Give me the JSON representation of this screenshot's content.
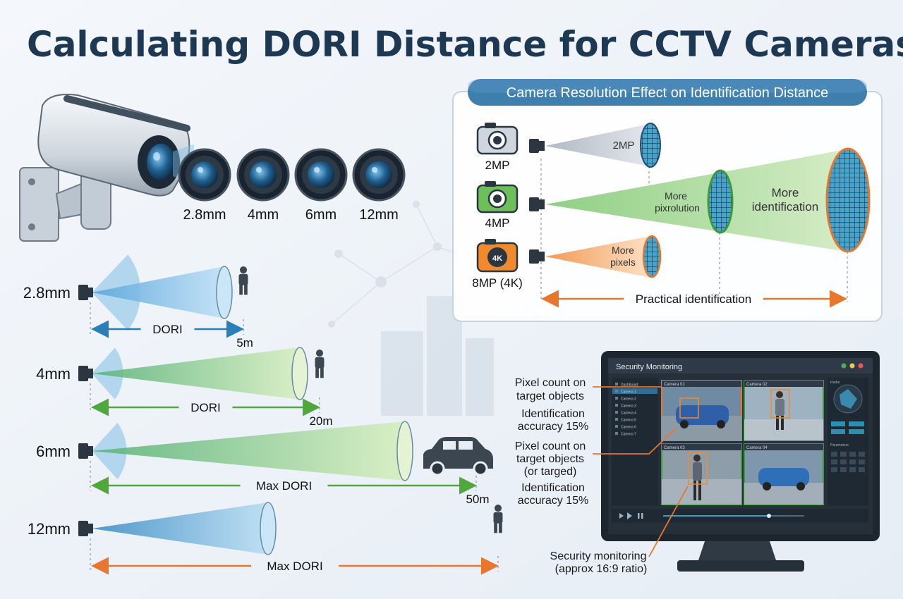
{
  "title": "Calculating DORI Distance  for CCTV Cameras",
  "lenses": [
    {
      "label": "2.8mm"
    },
    {
      "label": "4mm"
    },
    {
      "label": "6mm"
    },
    {
      "label": "12mm"
    }
  ],
  "dori_rows": [
    {
      "lens": "2.8mm",
      "arrow_label": "DORI",
      "distance": "5m",
      "target": "person",
      "arrow_color": "#2a7fb8"
    },
    {
      "lens": "4mm",
      "arrow_label": "DORI",
      "distance": "20m",
      "target": "person",
      "arrow_color": "#4fa83b"
    },
    {
      "lens": "6mm",
      "arrow_label": "Max DORI",
      "distance": "50m",
      "target": "car",
      "arrow_color": "#4fa83b"
    },
    {
      "lens": "12mm",
      "arrow_label": "Max DORI",
      "distance": "",
      "target": "person",
      "arrow_color": "#e8762c"
    }
  ],
  "resolution_panel": {
    "title": "Camera Resolution Effect on Identification Distance",
    "cameras": [
      {
        "label": "2MP",
        "color": "#cfd6de"
      },
      {
        "label": "4MP",
        "color": "#6cbf5a"
      },
      {
        "label": "8MP (4K)",
        "badge": "4K",
        "color": "#f08a2c"
      }
    ],
    "cone_2mp_label": "2MP",
    "cone_4mp_mid_label": [
      "More",
      "pixrolution"
    ],
    "cone_4mp_far_label": [
      "More",
      "identification"
    ],
    "cone_8mp_label": [
      "More",
      "pixels"
    ],
    "bottom_label": "Practical identification",
    "accent_color": "#e8762c"
  },
  "monitor": {
    "app_title": "Security Monitoring",
    "sidebar_items": [
      "Dashboard",
      "Camera 1",
      "Camera 2",
      "Camera 3",
      "Camera 4",
      "Camera 5",
      "Camera 6",
      "Camera 7"
    ],
    "feed_labels": [
      "Camera 01",
      "Camera 02",
      "Camera 03",
      "Camera 04"
    ],
    "panel_title": "Radar",
    "panel_title_2": "Parameters"
  },
  "annotations": [
    {
      "lines": [
        "Pixel count on",
        "target objects"
      ]
    },
    {
      "lines": [
        "Identification",
        "accuracy 15%"
      ]
    },
    {
      "lines": [
        "Pixel count on",
        "target objects",
        "(or targed)"
      ]
    },
    {
      "lines": [
        "Identification",
        "accuracy 15%"
      ]
    },
    {
      "lines": [
        "Security monitoring",
        "(approx 16:9 ratio)"
      ]
    }
  ]
}
